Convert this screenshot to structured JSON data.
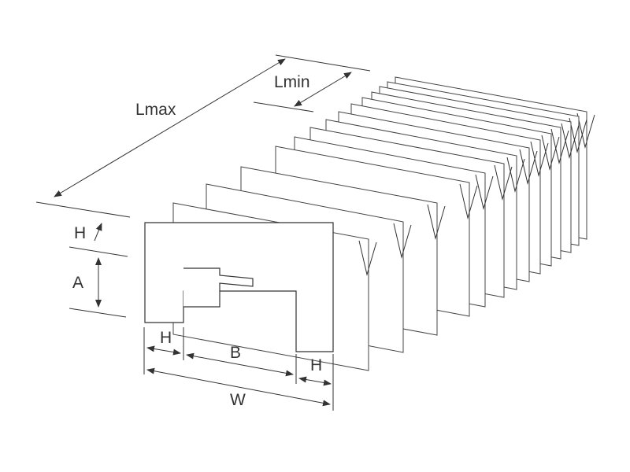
{
  "labels": {
    "lmax": "Lmax",
    "lmin": "Lmin",
    "h_top": "H",
    "a": "A",
    "h_left": "H",
    "b": "B",
    "h_right": "H",
    "w": "W"
  },
  "colors": {
    "line": "#333333",
    "fill": "#ffffff"
  }
}
